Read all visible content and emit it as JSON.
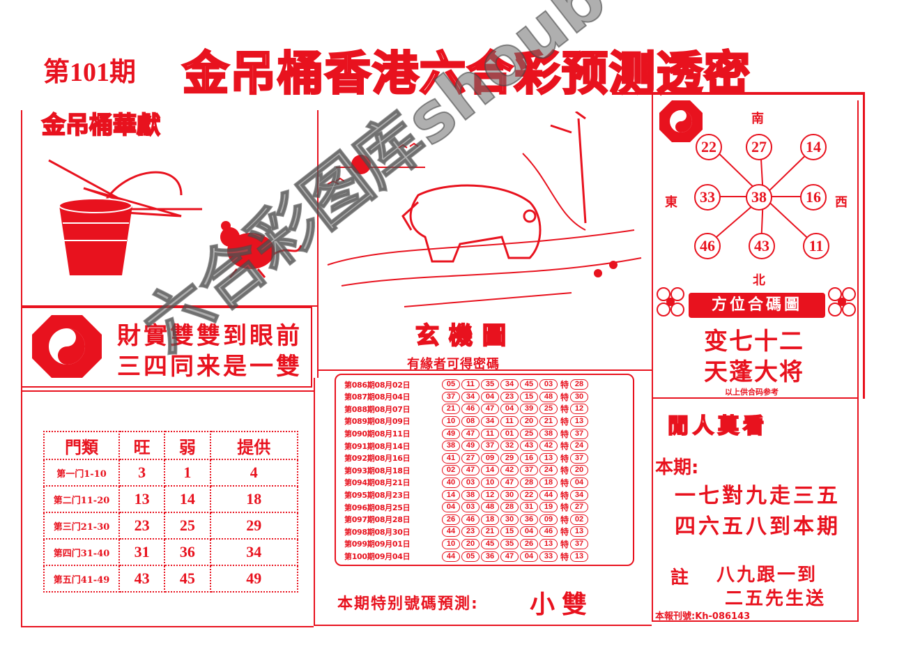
{
  "header": {
    "issue": "第101期",
    "title": "金吊桶香港六合彩预测透密"
  },
  "left_panel": {
    "brand": "金吊桶華獻",
    "poem": [
      "財實雙雙到眼前",
      "三四同来是一雙"
    ]
  },
  "door_table": {
    "headers": [
      "門類",
      "旺",
      "弱",
      "提供"
    ],
    "rows": [
      {
        "label": "第一门1-10",
        "wang": "3",
        "ruo": "1",
        "tigong": "4"
      },
      {
        "label": "第二门11-20",
        "wang": "13",
        "ruo": "14",
        "tigong": "18"
      },
      {
        "label": "第三门21-30",
        "wang": "23",
        "ruo": "25",
        "tigong": "29"
      },
      {
        "label": "第四门31-40",
        "wang": "31",
        "ruo": "36",
        "tigong": "34"
      },
      {
        "label": "第五门41-49",
        "wang": "43",
        "ruo": "45",
        "tigong": "49"
      }
    ]
  },
  "middle_panel": {
    "title": "玄機圖",
    "subtitle": "有緣者可得密碼",
    "te_label": "特",
    "records": [
      {
        "label": "第086期08月02日",
        "balls": [
          "05",
          "11",
          "35",
          "34",
          "45",
          "03"
        ],
        "special": "28"
      },
      {
        "label": "第087期08月04日",
        "balls": [
          "37",
          "34",
          "04",
          "23",
          "15",
          "48"
        ],
        "special": "30"
      },
      {
        "label": "第088期08月07日",
        "balls": [
          "21",
          "46",
          "47",
          "04",
          "39",
          "25"
        ],
        "special": "12"
      },
      {
        "label": "第089期08月09日",
        "balls": [
          "10",
          "08",
          "34",
          "11",
          "20",
          "21"
        ],
        "special": "13"
      },
      {
        "label": "第090期08月11日",
        "balls": [
          "49",
          "47",
          "11",
          "01",
          "25",
          "38"
        ],
        "special": "37"
      },
      {
        "label": "第091期08月14日",
        "balls": [
          "38",
          "49",
          "37",
          "32",
          "43",
          "42"
        ],
        "special": "24"
      },
      {
        "label": "第092期08月16日",
        "balls": [
          "41",
          "27",
          "09",
          "29",
          "16",
          "13"
        ],
        "special": "37"
      },
      {
        "label": "第093期08月18日",
        "balls": [
          "02",
          "47",
          "14",
          "42",
          "37",
          "24"
        ],
        "special": "20"
      },
      {
        "label": "第094期08月21日",
        "balls": [
          "40",
          "03",
          "10",
          "47",
          "28",
          "18"
        ],
        "special": "04"
      },
      {
        "label": "第095期08月23日",
        "balls": [
          "14",
          "38",
          "12",
          "30",
          "22",
          "44"
        ],
        "special": "34"
      },
      {
        "label": "第096期08月25日",
        "balls": [
          "04",
          "03",
          "48",
          "28",
          "31",
          "19"
        ],
        "special": "27"
      },
      {
        "label": "第097期08月28日",
        "balls": [
          "26",
          "46",
          "18",
          "30",
          "36",
          "09"
        ],
        "special": "02"
      },
      {
        "label": "第098期08月30日",
        "balls": [
          "44",
          "23",
          "21",
          "15",
          "04",
          "46"
        ],
        "special": "13"
      },
      {
        "label": "第099期09月01日",
        "balls": [
          "10",
          "20",
          "45",
          "35",
          "26",
          "13"
        ],
        "special": "37"
      },
      {
        "label": "第100期09月04日",
        "balls": [
          "44",
          "05",
          "36",
          "47",
          "04",
          "33"
        ],
        "special": "13"
      }
    ],
    "special_prediction_label": "本期特别號碼預測:",
    "special_prediction_value": "小雙"
  },
  "compass": {
    "directions": {
      "south": "南",
      "north": "北",
      "east": "東",
      "west": "西"
    },
    "numbers": {
      "nw": "22",
      "n": "27",
      "ne": "14",
      "w": "33",
      "center": "38",
      "e": "16",
      "sw": "46",
      "s": "43",
      "se": "11"
    },
    "label": "方位合碼圖",
    "lines": [
      "变七十二",
      "天蓬大将"
    ],
    "note": "以上供合码参考"
  },
  "right_lower": {
    "title": "閒人莫看",
    "benqi": "本期:",
    "lines": [
      "一七對九走三五",
      "四六五八到本期"
    ],
    "zhu_label": "註",
    "zhu_lines": [
      "八九跟一到",
      "二五先生送"
    ],
    "footer": "本報刊號:Kh-086143"
  },
  "watermark": "六合彩图库shoubd.com"
}
